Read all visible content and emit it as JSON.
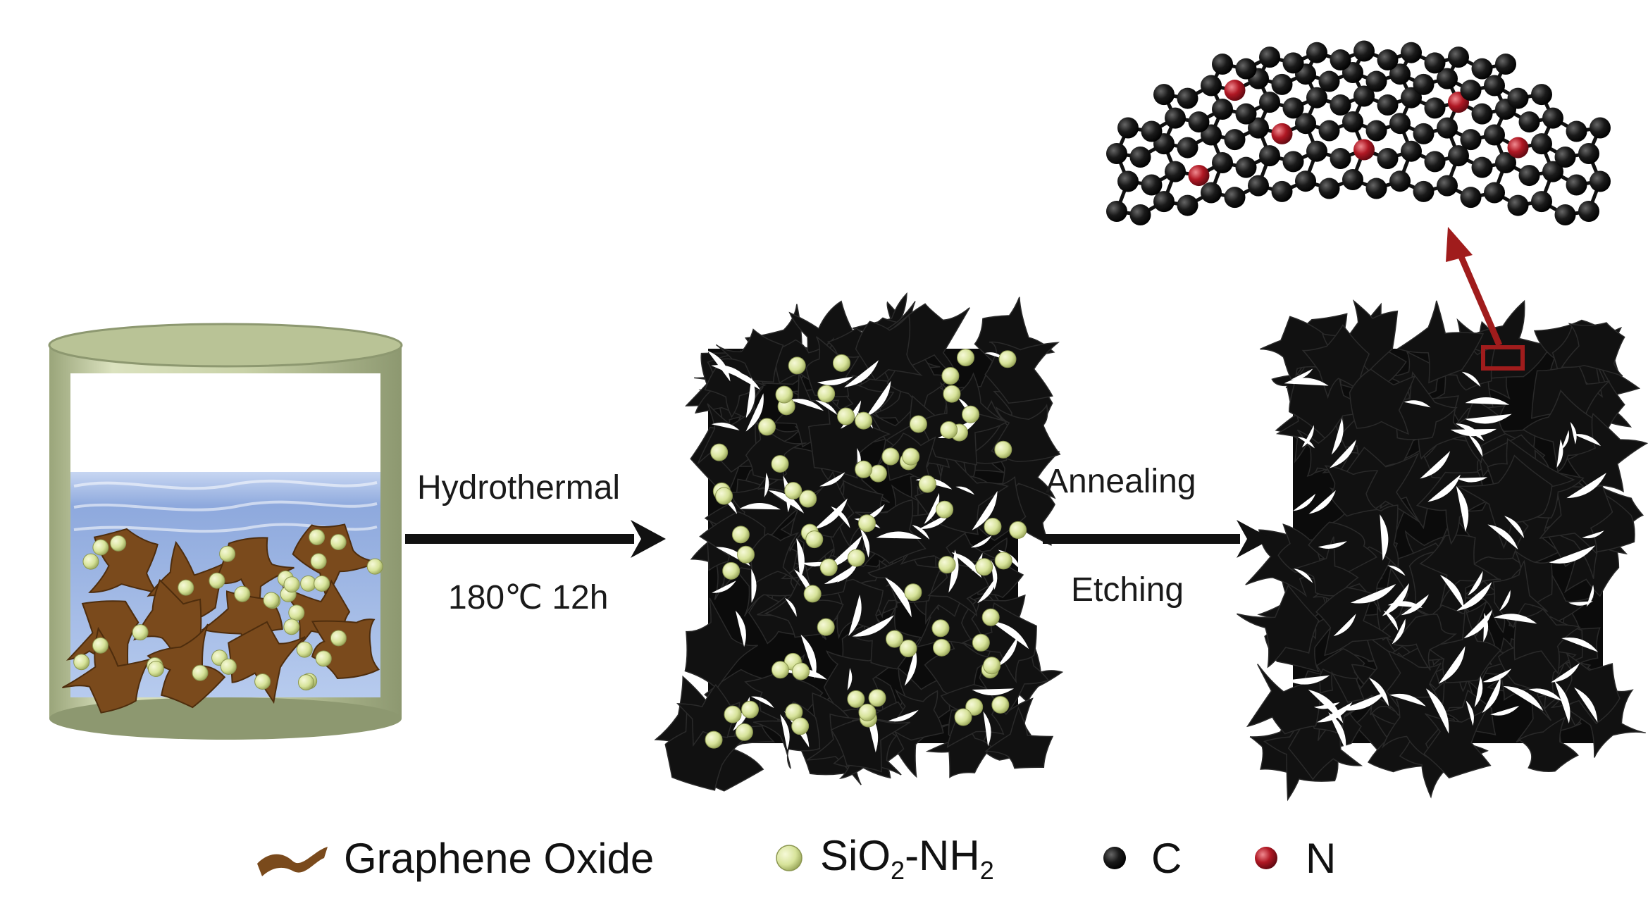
{
  "process": {
    "step1_top": "Hydrothermal",
    "step1_bottom": "180℃ 12h",
    "step2_top": "Annealing",
    "step2_bottom": "Etching"
  },
  "legend": {
    "graphene_oxide": "Graphene Oxide",
    "sio2_base": "SiO",
    "sio2_sub": "2",
    "sio2_mid": "-NH",
    "sio2_sub2": "2",
    "carbon": "C",
    "nitrogen": "N"
  },
  "colors": {
    "graphene_oxide": "#7a4a1c",
    "sio2_nh2": "#d7e39a",
    "carbon": "#111111",
    "nitrogen": "#b01824",
    "water": "#9fb9e6",
    "vessel": "#c9d2a8",
    "marker": "#a01c1c"
  }
}
